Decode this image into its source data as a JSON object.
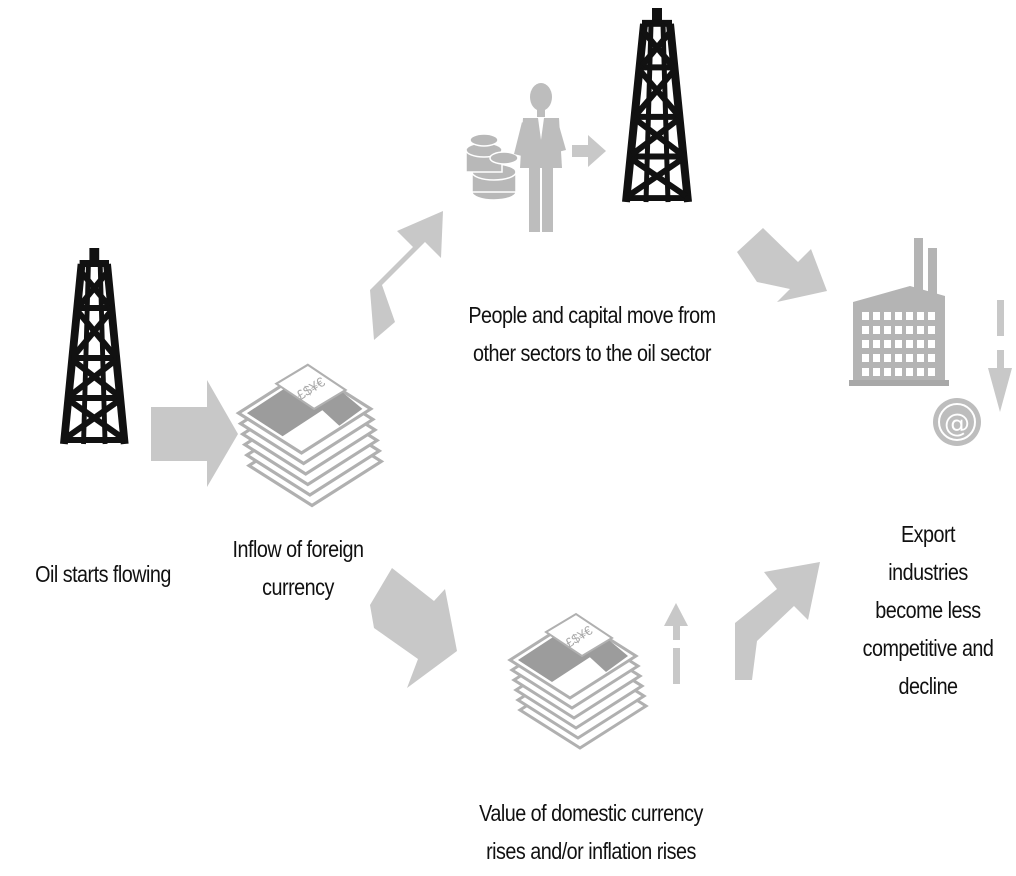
{
  "diagram": {
    "labels": {
      "oil_starts": "Oil starts flowing",
      "inflow_line1": "Inflow of foreign",
      "inflow_line2": "currency",
      "people_line1": "People and capital move from",
      "people_line2": "other sectors to the oil sector",
      "value_line1": "Value of domestic currency",
      "value_line2": "rises and/or inflation rises",
      "export_line1": "Export",
      "export_line2": "industries",
      "export_line3": "become less",
      "export_line4": "competitive and",
      "export_line5": "decline"
    },
    "money_band_text": "£$¥€",
    "at_symbol": "@",
    "colors": {
      "arrow": "#c8c8c8",
      "icon_grey": "#b4b4b4",
      "derrick": "#111111",
      "text": "#111111"
    }
  }
}
